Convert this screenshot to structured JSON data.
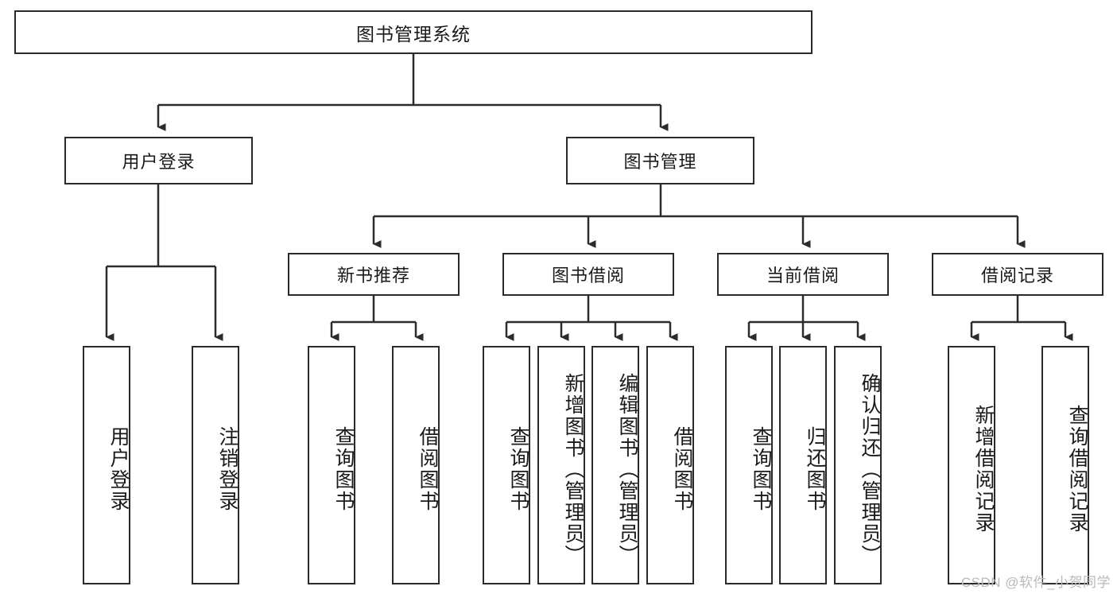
{
  "diagram": {
    "title": "图书管理系统",
    "type": "tree-hierarchy-flowchart",
    "root": {
      "id": "root",
      "label": "图书管理系统",
      "orientation": "horizontal"
    },
    "level2": [
      {
        "id": "user-login",
        "label": "用户登录",
        "orientation": "horizontal"
      },
      {
        "id": "book-management",
        "label": "图书管理",
        "orientation": "horizontal"
      }
    ],
    "level3": [
      {
        "id": "new-book-recommend",
        "label": "新书推荐",
        "orientation": "horizontal",
        "parent": "book-management"
      },
      {
        "id": "book-borrow",
        "label": "图书借阅",
        "orientation": "horizontal",
        "parent": "book-management"
      },
      {
        "id": "current-borrow",
        "label": "当前借阅",
        "orientation": "horizontal",
        "parent": "book-management"
      },
      {
        "id": "borrow-record",
        "label": "借阅记录",
        "orientation": "horizontal",
        "parent": "book-management"
      }
    ],
    "leaves": {
      "user_login": [
        {
          "id": "leaf-user-login",
          "label": "用户登录"
        },
        {
          "id": "leaf-logout",
          "label": "注销登录"
        }
      ],
      "new_book_recommend": [
        {
          "id": "leaf-query-book-1",
          "label": "查询图书"
        },
        {
          "id": "leaf-borrow-book-1",
          "label": "借阅图书"
        }
      ],
      "book_borrow": [
        {
          "id": "leaf-query-book-2",
          "label": "查询图书"
        },
        {
          "id": "leaf-add-book",
          "label": "新增图书（管理员）"
        },
        {
          "id": "leaf-edit-book",
          "label": "编辑图书（管理员）"
        },
        {
          "id": "leaf-borrow-book-2",
          "label": "借阅图书"
        }
      ],
      "current_borrow": [
        {
          "id": "leaf-query-book-3",
          "label": "查询图书"
        },
        {
          "id": "leaf-return-book",
          "label": "归还图书"
        },
        {
          "id": "leaf-confirm-return",
          "label": "确认归还（管理员）"
        }
      ],
      "borrow_record": [
        {
          "id": "leaf-add-record",
          "label": "新增借阅记录"
        },
        {
          "id": "leaf-query-record",
          "label": "查询借阅记录"
        }
      ]
    }
  },
  "watermark": {
    "text": "CSDN @软件_小贺同学"
  },
  "colors": {
    "stroke": "#2b2b2b",
    "background": "#ffffff",
    "text": "#1a1a1a",
    "watermark": "#b9b9b9"
  }
}
